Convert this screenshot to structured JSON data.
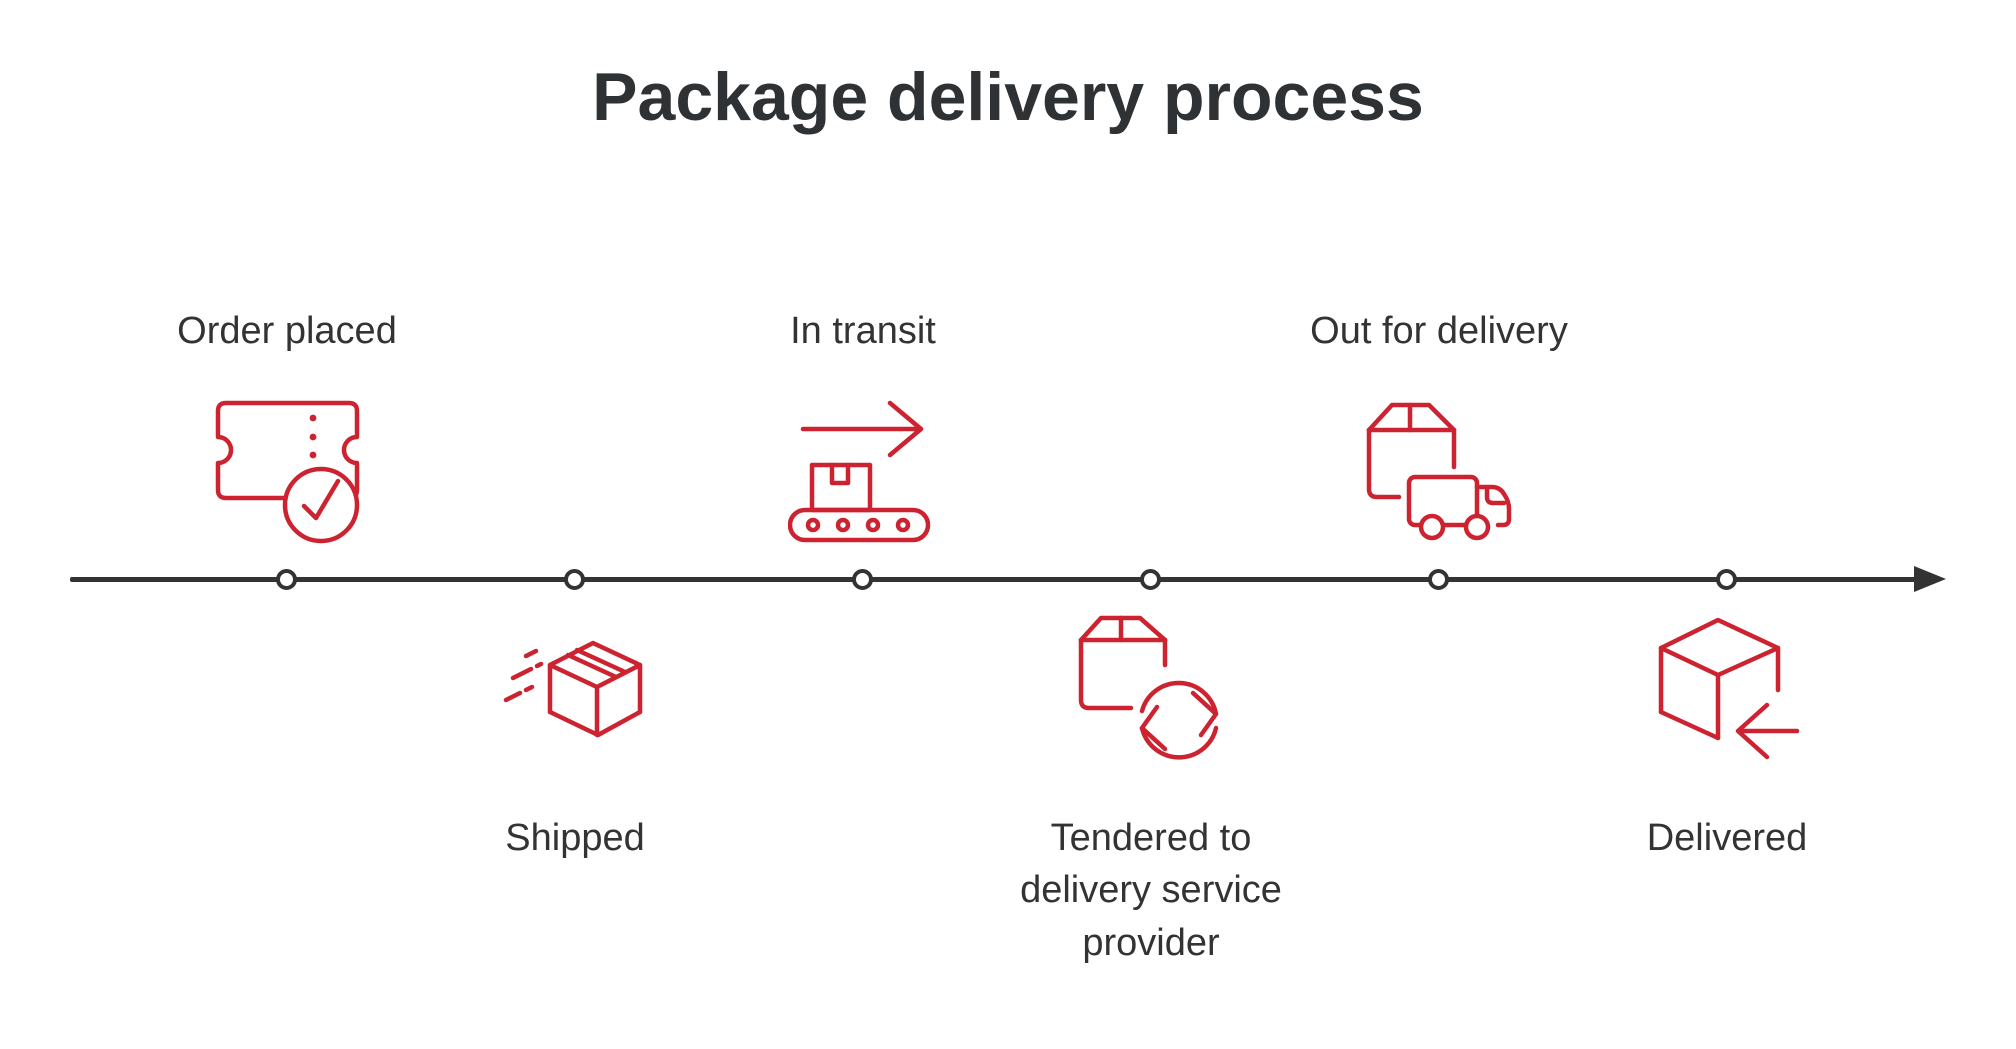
{
  "title": "Package delivery process",
  "colors": {
    "accent_red": "#cd2330",
    "timeline_dark": "#333333",
    "text_dark": "#333333",
    "background": "#ffffff"
  },
  "timeline": {
    "node_count": 6,
    "end_icon": "arrow-right"
  },
  "stages": [
    {
      "label": "Order placed",
      "position": "above",
      "icon": "ticket-check-icon"
    },
    {
      "label": "Shipped",
      "position": "below",
      "icon": "box-speed-icon"
    },
    {
      "label": "In transit",
      "position": "above",
      "icon": "conveyor-belt-arrow-icon"
    },
    {
      "label": "Tendered to delivery service provider",
      "position": "below",
      "icon": "package-sync-icon"
    },
    {
      "label": "Out for delivery",
      "position": "above",
      "icon": "package-truck-icon"
    },
    {
      "label": "Delivered",
      "position": "below",
      "icon": "box-receive-arrow-icon"
    }
  ]
}
